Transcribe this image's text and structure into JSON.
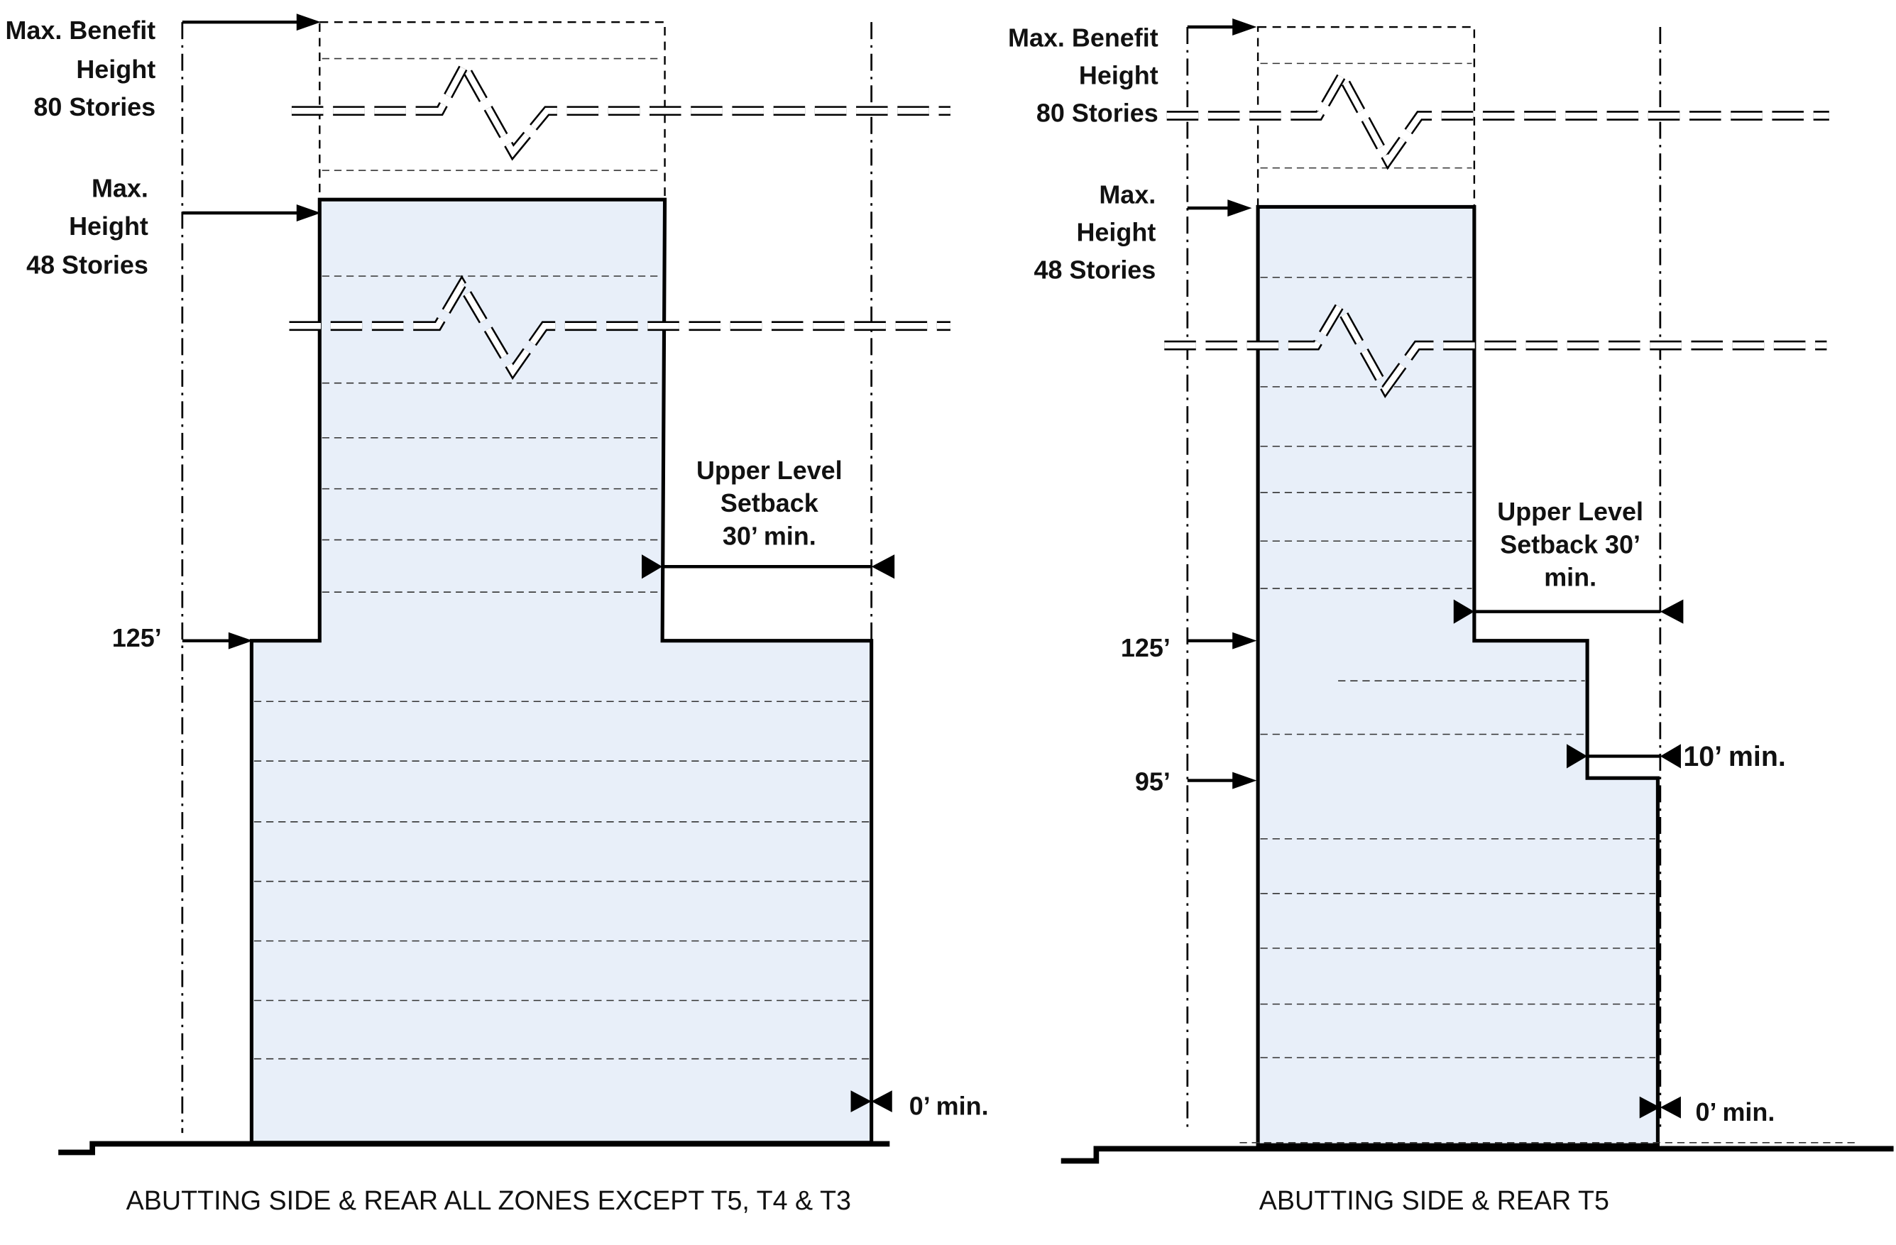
{
  "left_diagram": {
    "max_benefit_height": [
      "Max. Benefit",
      "Height",
      "80 Stories"
    ],
    "max_height": [
      "Max.",
      "Height",
      "48 Stories"
    ],
    "podium_height": "125’",
    "upper_setback": [
      "Upper Level",
      "Setback",
      "30’ min."
    ],
    "side_setback": "0’ min.",
    "caption": "ABUTTING SIDE & REAR ALL ZONES EXCEPT T5, T4 & T3"
  },
  "right_diagram": {
    "max_benefit_height": [
      "Max. Benefit",
      "Height",
      "80 Stories"
    ],
    "max_height": [
      "Max.",
      "Height",
      "48 Stories"
    ],
    "podium_height": "125’",
    "base_height": "95’",
    "upper_setback": [
      "Upper Level",
      "Setback 30’",
      "min."
    ],
    "step_setback": "10’ min.",
    "side_setback": "0’ min.",
    "caption": "ABUTTING SIDE & REAR T5"
  },
  "colors": {
    "building_fill": "#e8eff9",
    "line": "#000000"
  }
}
